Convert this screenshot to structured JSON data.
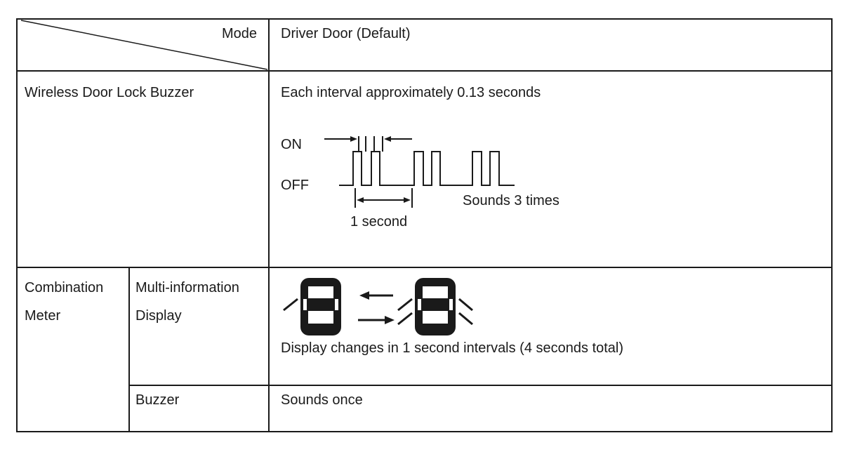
{
  "table": {
    "header": {
      "mode_label": "Mode",
      "mode_value": "Driver Door (Default)"
    },
    "wireless_buzzer": {
      "label": "Wireless Door Lock Buzzer",
      "description": "Each interval approximately 0.13 seconds",
      "diagram": {
        "on_label": "ON",
        "off_label": "OFF",
        "period_label": "1 second",
        "count_label": "Sounds 3 times"
      }
    },
    "combination_meter": {
      "label_line1": "Combination",
      "label_line2": "Meter",
      "mid": {
        "label_line1": "Multi-information",
        "label_line2": "Display",
        "description": "Display changes in 1 second intervals (4 seconds total)"
      },
      "buzzer": {
        "label": "Buzzer",
        "value": "Sounds once"
      }
    }
  }
}
